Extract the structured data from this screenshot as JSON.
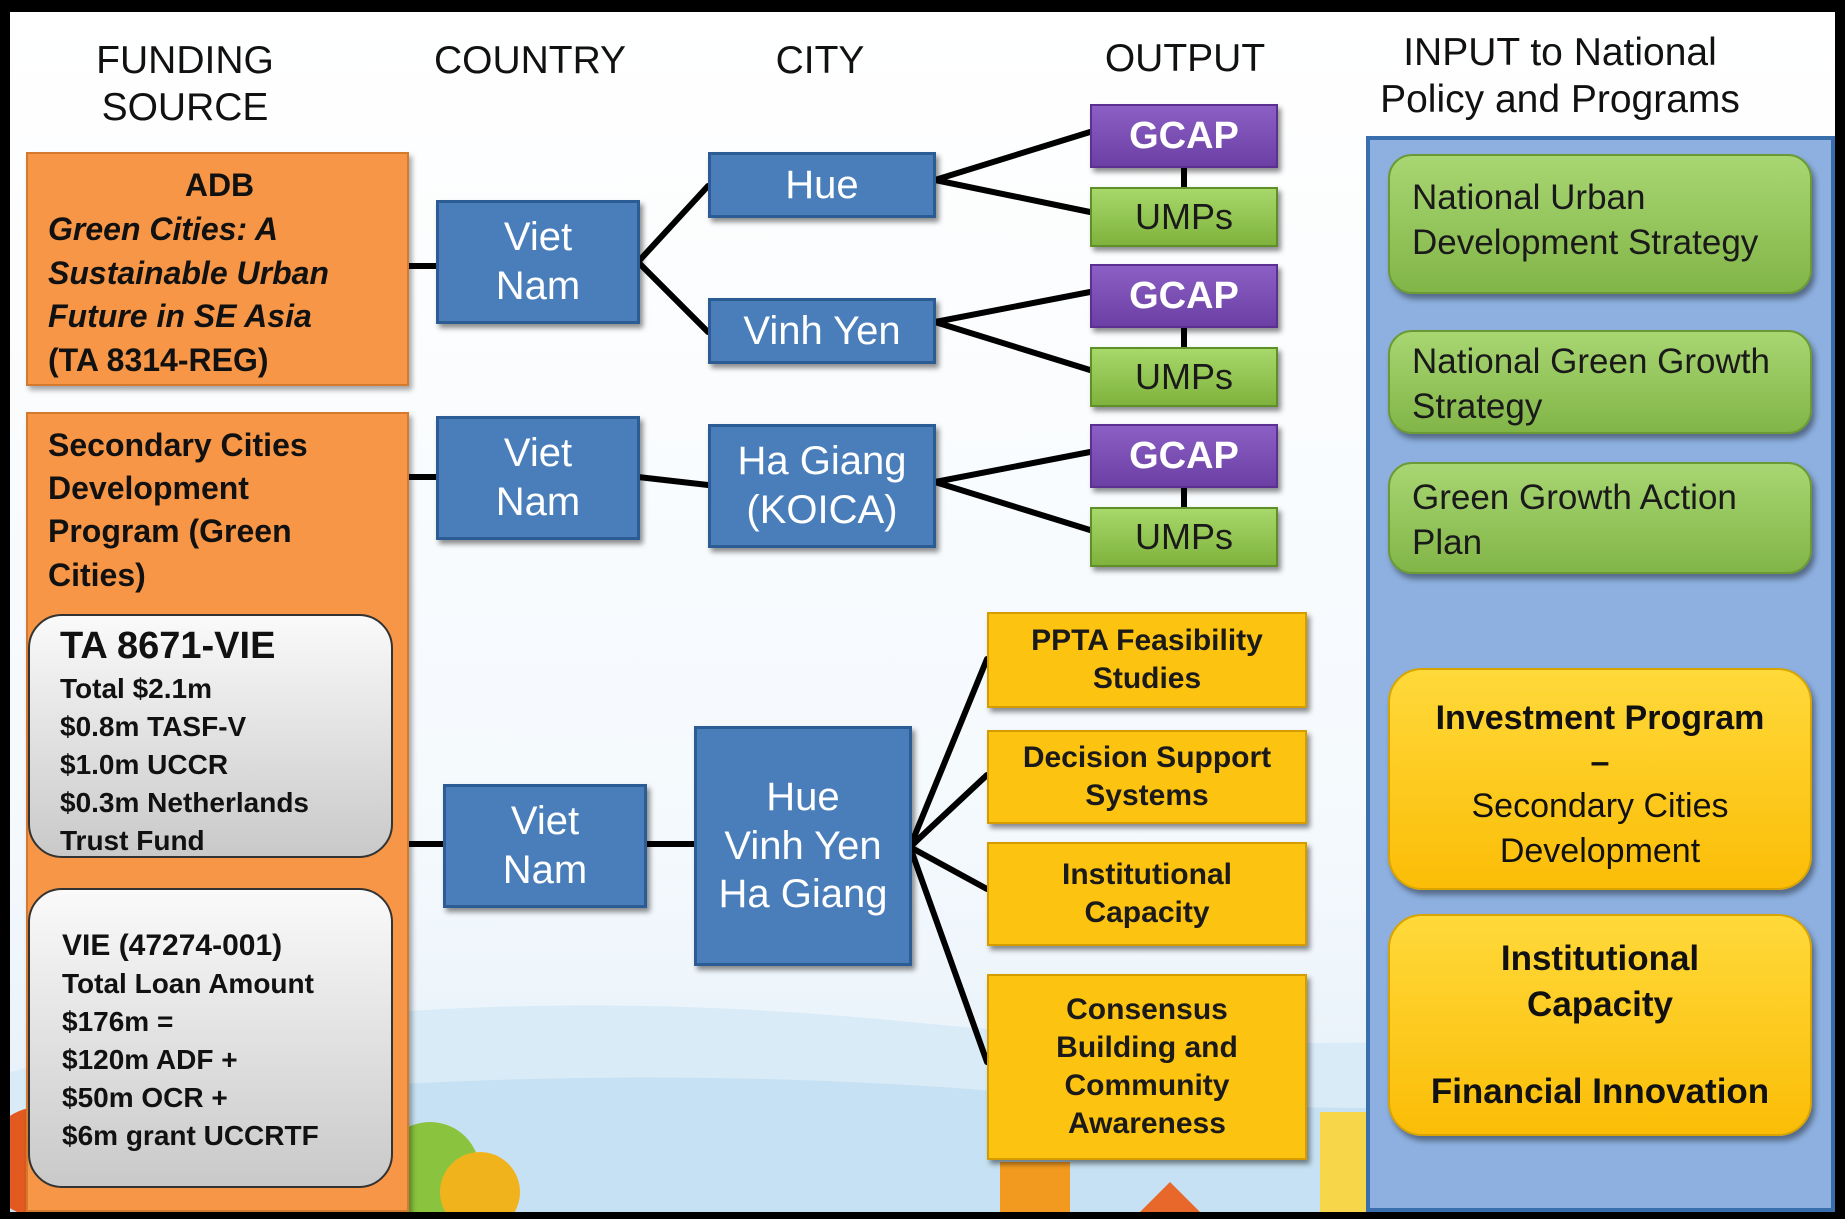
{
  "headers": {
    "funding": [
      "FUNDING",
      "SOURCE"
    ],
    "country": "COUNTRY",
    "city": "CITY",
    "output": "OUTPUT",
    "input": [
      "INPUT to National",
      "Policy and Programs"
    ]
  },
  "funding_sources": {
    "adb": {
      "title": "ADB",
      "subtitle": [
        "Green Cities: A",
        "Sustainable Urban",
        "Future in SE Asia"
      ],
      "code": "(TA 8314-REG)"
    },
    "scdp": {
      "title": [
        "Secondary Cities",
        "Development",
        "Program (Green",
        "Cities)"
      ],
      "ta": {
        "title": "TA 8671-VIE",
        "lines": [
          "Total $2.1m",
          "$0.8m TASF-V",
          "$1.0m UCCR",
          "$0.3m Netherlands",
          "Trust Fund"
        ]
      },
      "loan": {
        "lines": [
          "VIE (47274-001)",
          "Total Loan Amount",
          "$176m =",
          "$120m ADF +",
          "$50m OCR +",
          "$6m grant UCCRTF"
        ]
      }
    }
  },
  "countries": {
    "c1": [
      "Viet",
      "Nam"
    ],
    "c2": [
      "Viet",
      "Nam"
    ],
    "c3": [
      "Viet",
      "Nam"
    ]
  },
  "cities": {
    "hue": "Hue",
    "vinh_yen": "Vinh Yen",
    "ha_giang": [
      "Ha Giang",
      "(KOICA)"
    ],
    "combined": [
      "Hue",
      "Vinh Yen",
      "Ha Giang"
    ]
  },
  "outputs": {
    "gcap": "GCAP",
    "umps": "UMPs",
    "yellow": [
      [
        "PPTA Feasibility",
        "Studies"
      ],
      [
        "Decision Support",
        "Systems"
      ],
      [
        "Institutional",
        "Capacity"
      ],
      [
        "Consensus",
        "Building and",
        "Community",
        "Awareness"
      ]
    ]
  },
  "inputs": {
    "green": [
      [
        "National Urban",
        "Development Strategy"
      ],
      [
        "National Green Growth",
        "Strategy"
      ],
      [
        "Green Growth Action",
        "Plan"
      ]
    ],
    "investment": {
      "title": [
        "Investment Program",
        "–"
      ],
      "sub": [
        "Secondary Cities",
        "Development"
      ]
    },
    "capacity": {
      "title": [
        "Institutional",
        "Capacity"
      ],
      "sub": "Financial Innovation"
    }
  },
  "colors": {
    "orange": "#f79646",
    "blue": "#4a7ebb",
    "purple": "#7030a0",
    "green": "#92d050",
    "yellow": "#ffc000",
    "panel": "#8db0e0"
  }
}
